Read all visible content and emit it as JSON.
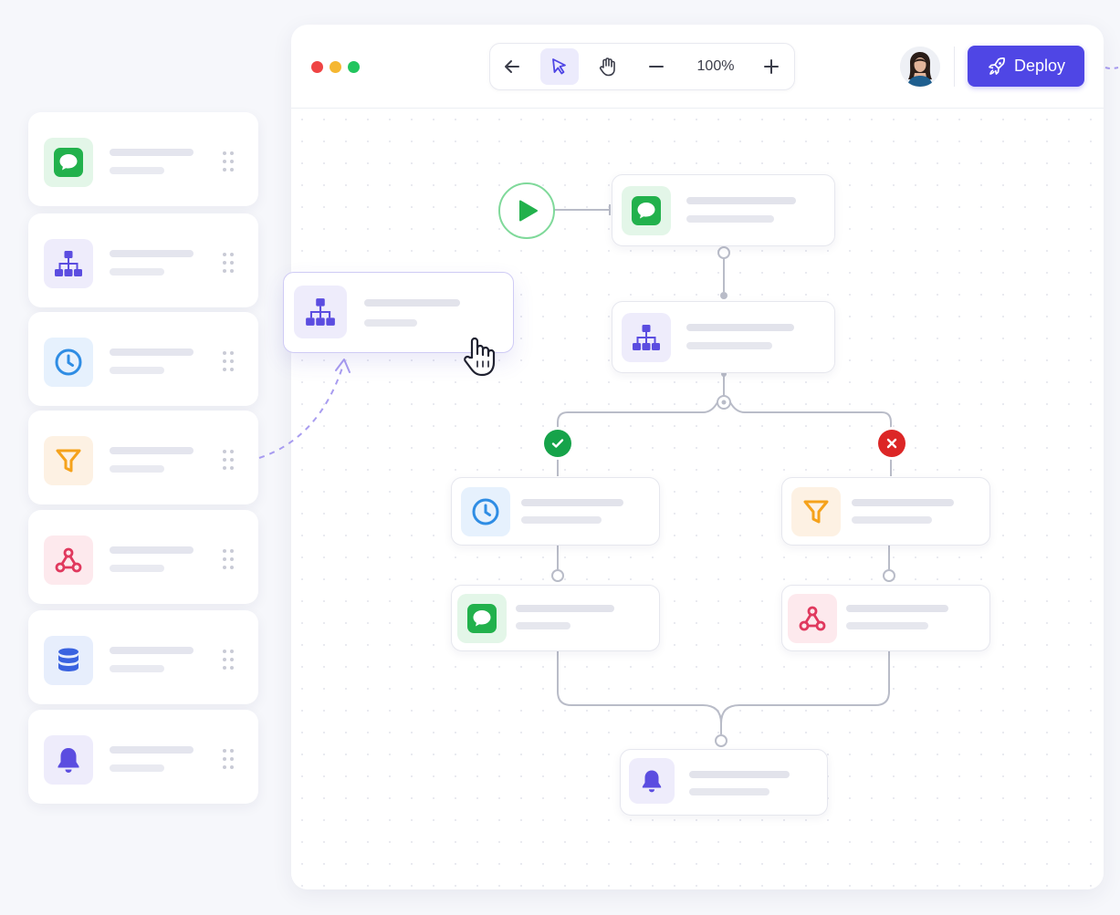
{
  "window": {
    "traffic_lights": [
      {
        "name": "close",
        "color": "#ef4444"
      },
      {
        "name": "minimize",
        "color": "#f5b731"
      },
      {
        "name": "maximize",
        "color": "#22c55e"
      }
    ]
  },
  "toolbar": {
    "zoom_level": "100%",
    "tools": [
      "arrow-left-icon",
      "pointer-icon",
      "hand-icon",
      "zoom-out-icon",
      "zoom-in-icon"
    ],
    "active_tool": "pointer-icon"
  },
  "header": {
    "deploy_label": "Deploy",
    "deploy_color": "#4f46e5"
  },
  "palette": {
    "items": [
      {
        "icon": "message-icon",
        "tint": "#e3f6e8",
        "color": "#22b14c"
      },
      {
        "icon": "hierarchy-icon",
        "tint": "#eeecfb",
        "color": "#5b4de0"
      },
      {
        "icon": "clock-icon",
        "tint": "#e6f1fd",
        "color": "#2f8de4"
      },
      {
        "icon": "filter-icon",
        "tint": "#fdf1e3",
        "color": "#f5a21b"
      },
      {
        "icon": "webhook-icon",
        "tint": "#fde9ed",
        "color": "#e0395e"
      },
      {
        "icon": "database-icon",
        "tint": "#e7eefc",
        "color": "#3a63e0"
      },
      {
        "icon": "bell-icon",
        "tint": "#eeecfb",
        "color": "#5b4de0"
      }
    ]
  },
  "flow": {
    "nodes": [
      "message-icon",
      "hierarchy-icon",
      "clock-icon",
      "filter-icon",
      "message-icon",
      "webhook-icon",
      "bell-icon"
    ],
    "branches": [
      "success",
      "failure"
    ],
    "start_color": "#22c55e"
  }
}
